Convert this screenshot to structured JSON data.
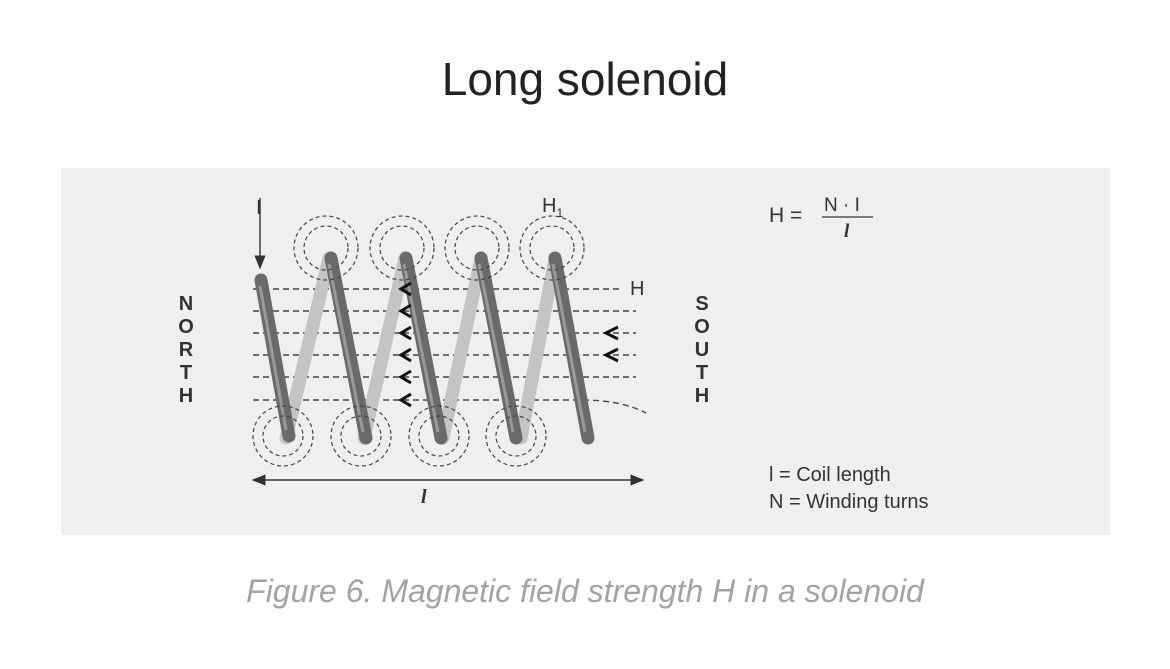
{
  "title": "Long solenoid",
  "caption": "Figure 6. Magnetic field strength H in a solenoid",
  "diagram": {
    "current_label": "I",
    "h1_label": "H",
    "h1_subscript": "1",
    "h_label": "H",
    "north_letters": [
      "N",
      "O",
      "R",
      "T",
      "H"
    ],
    "south_letters": [
      "S",
      "O",
      "U",
      "T",
      "H"
    ],
    "length_label": "l",
    "formula": {
      "lhs": "H =",
      "numerator": "N · I",
      "denominator": "l"
    },
    "legend": [
      "l = Coil length",
      "N = Winding turns"
    ]
  }
}
